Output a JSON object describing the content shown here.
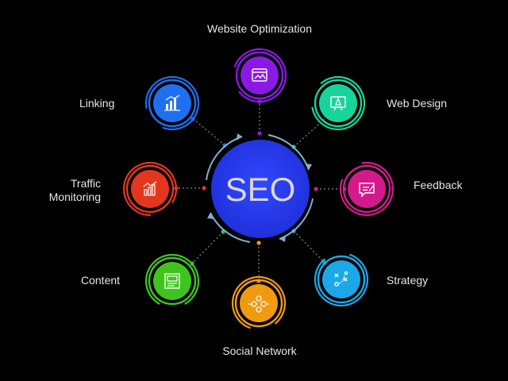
{
  "hub": {
    "label": "SEO",
    "color": "#2a3cf5"
  },
  "nodes": [
    {
      "key": "website-optimization",
      "label": "Website Optimization",
      "icon": "browser-window-icon",
      "color": "#8a19e6"
    },
    {
      "key": "web-design",
      "label": "Web Design",
      "icon": "design-tools-icon",
      "color": "#17d49a"
    },
    {
      "key": "feedback",
      "label": "Feedback",
      "icon": "feedback-message-icon",
      "color": "#d21a8c"
    },
    {
      "key": "strategy",
      "label": "Strategy",
      "icon": "strategy-play-icon",
      "color": "#1aa8e8"
    },
    {
      "key": "social-network",
      "label": "Social Network",
      "icon": "social-people-icon",
      "color": "#f09a12"
    },
    {
      "key": "content",
      "label": "Content",
      "icon": "content-layout-icon",
      "color": "#3fc41d"
    },
    {
      "key": "traffic-monitoring",
      "label_lines": [
        "Traffic",
        "Monitoring"
      ],
      "icon": "traffic-chart-icon",
      "color": "#e4361f"
    },
    {
      "key": "linking",
      "label": "Linking",
      "icon": "bar-chart-icon",
      "color": "#1f6ff0"
    }
  ],
  "ring_color": "#7fb0d6",
  "connector_color": "#8a8a8a"
}
